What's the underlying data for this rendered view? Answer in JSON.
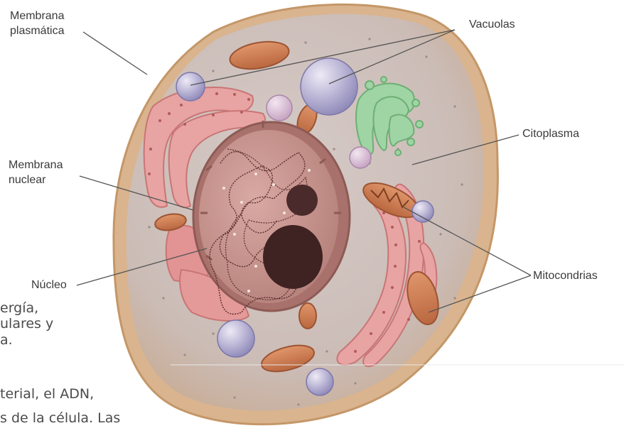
{
  "labels": {
    "membrana_plasmatica": [
      "Membrana",
      "plasmática"
    ],
    "vacuolas": "Vacuolas",
    "citoplasma": "Citoplasma",
    "membrana_nuclear": [
      "Membrana",
      "nuclear"
    ],
    "nucleo": "Núcleo",
    "mitocondrias": "Mitocondrias"
  },
  "text_fragments": [
    "ergía,",
    "ulares y",
    "a.",
    "terial, el ADN,",
    "s de la célula. Las"
  ]
}
